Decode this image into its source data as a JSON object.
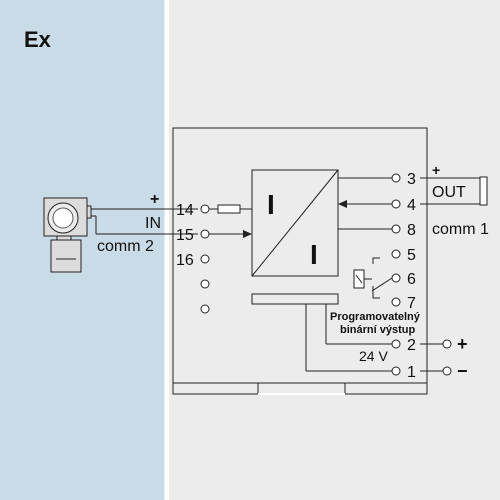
{
  "zone_label": "Ex",
  "colors": {
    "hazard_zone": "#c9dbe6",
    "module_face": "#ececec",
    "line": "#222222",
    "page": "#ffffff"
  },
  "input": {
    "plus": "+",
    "label": "IN",
    "comm": "comm 2",
    "terminals": [
      "14",
      "15",
      "16"
    ]
  },
  "converter": {
    "glyph_top": "I",
    "glyph_bottom": "I"
  },
  "output": {
    "plus": "+",
    "label": "OUT",
    "comm": "comm 1",
    "terminals": [
      "3",
      "4",
      "8"
    ]
  },
  "relay": {
    "terminals": [
      "5",
      "6",
      "7"
    ],
    "label_line1": "Programovatelný",
    "label_line2": "binární výstup"
  },
  "power": {
    "terminals": [
      "2",
      "1"
    ],
    "voltage": "24 V",
    "plus": "+",
    "minus": "−"
  }
}
